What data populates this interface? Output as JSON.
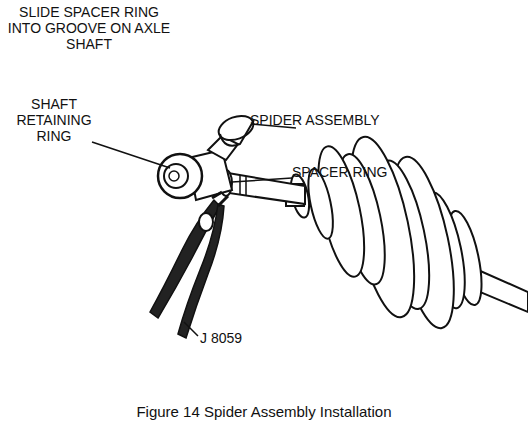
{
  "diagram": {
    "caption": "Figure 14 Spider Assembly Installation",
    "labels": [
      "SLIDE SPACER RING INTO GROOVE ON AXLE SHAFT",
      "SHAFT RETAINING RING",
      "SPIDER ASSEMBLY",
      "SPACER RING",
      "J 8059"
    ]
  }
}
